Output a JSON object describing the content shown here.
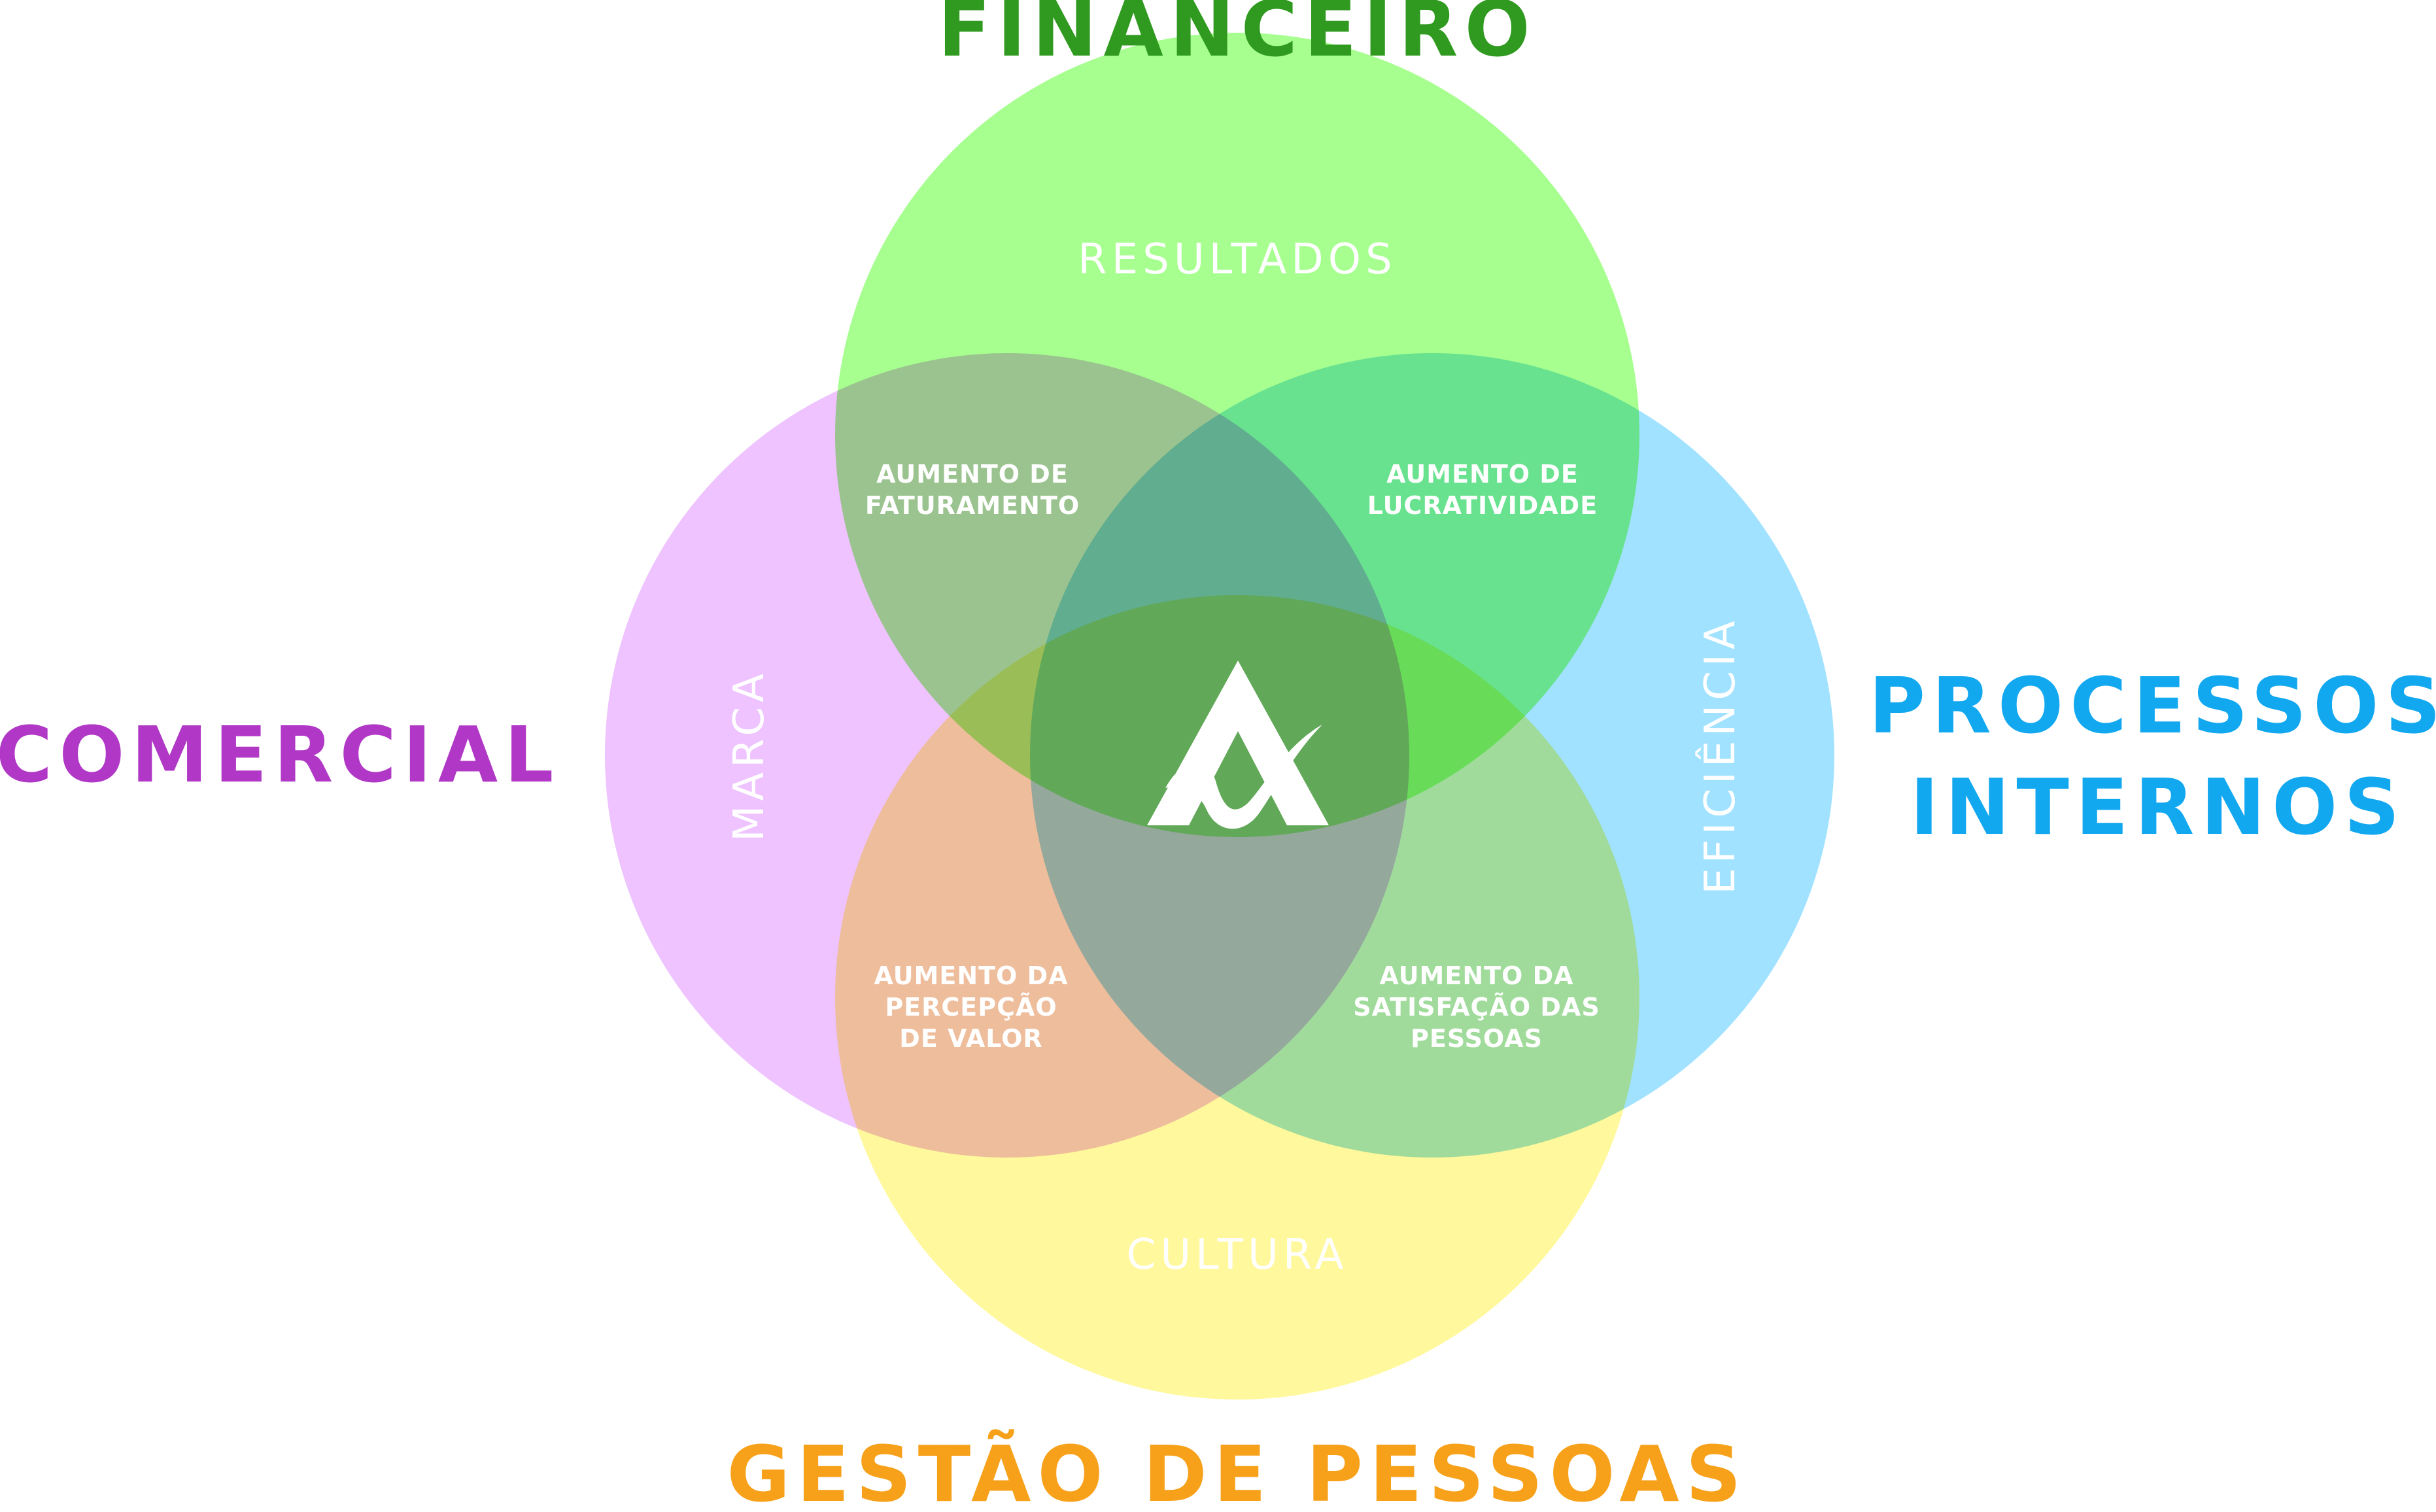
{
  "colors": {
    "financeiro_title": "#2f9a1f",
    "comercial_title": "#b138c6",
    "processos_title": "#12a8f0",
    "pessoas_title": "#f7a11a",
    "circle_financeiro": "#a6ff8f",
    "circle_comercial": "#eec3ff",
    "circle_processos": "#a0e2ff",
    "circle_pessoas": "#fff89c",
    "inner_text": "#ffffff"
  },
  "titles": {
    "financeiro": "FINANCEIRO",
    "comercial": "COMERCIAL",
    "processos_line1": "PROCESSOS",
    "processos_line2": "INTERNOS",
    "pessoas": "GESTÃO DE PESSOAS"
  },
  "regions": {
    "resultados": "RESULTADOS",
    "marca": "MARCA",
    "eficiencia": "EFICIÊNCIA",
    "cultura": "CULTURA"
  },
  "overlaps": {
    "faturamento": [
      "AUMENTO DE",
      "FATURAMENTO"
    ],
    "lucratividade": [
      "AUMENTO DE",
      "LUCRATIVIDADE"
    ],
    "percepcao": [
      "AUMENTO DA",
      "PERCEPÇÃO",
      "DE VALOR"
    ],
    "satisfacao": [
      "AUMENTO DA",
      "SATISFAÇÃO DAS",
      "PESSOAS"
    ]
  },
  "icons": {
    "center": "brand-logo-icon"
  }
}
